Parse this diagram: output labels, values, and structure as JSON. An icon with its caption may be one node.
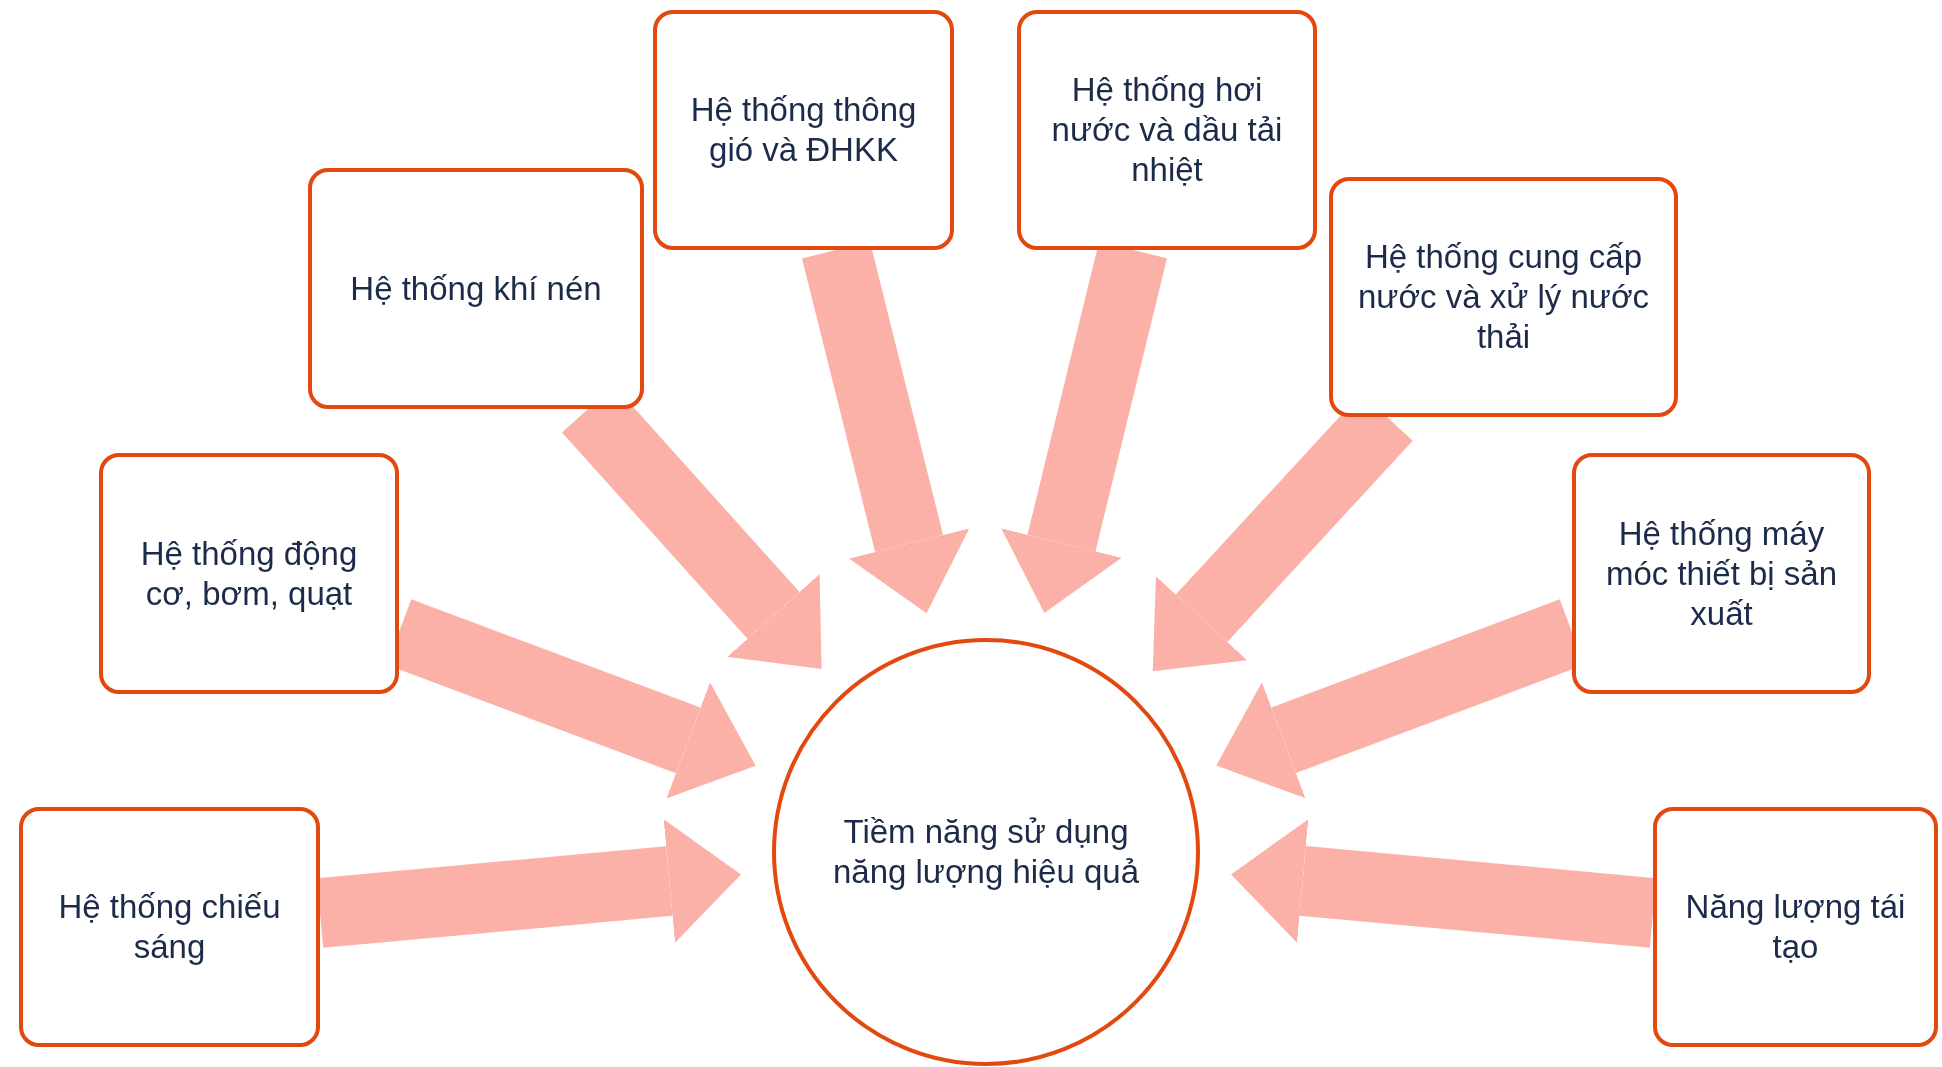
{
  "diagram": {
    "nodes": [
      {
        "text": [
          "Hệ thống chiếu sáng"
        ]
      },
      {
        "text": [
          "Hệ thống động cơ, bơm, quạt"
        ]
      },
      {
        "text": [
          "Hệ thống khí nén"
        ]
      },
      {
        "text": [
          "Hệ thống thông gió và ĐHKK"
        ]
      },
      {
        "text": [
          "Hệ thống hơi nước và dầu tải nhiệt"
        ]
      },
      {
        "text": [
          "Hệ thống cung cấp nước và xử lý nước thải"
        ]
      },
      {
        "text": [
          "Hệ thống máy móc thiết bị sản xuất"
        ]
      },
      {
        "text": [
          "Năng lượng tái tạo"
        ]
      },
      {
        "text": [
          "Tiềm năng sử dụng năng lượng hiệu quả"
        ]
      }
    ],
    "edges": [
      {
        "from": 0,
        "to": 8,
        "arrow": "to"
      },
      {
        "from": 1,
        "to": 8,
        "arrow": "to"
      },
      {
        "from": 2,
        "to": 8,
        "arrow": "to"
      },
      {
        "from": 3,
        "to": 8,
        "arrow": "to"
      },
      {
        "from": 4,
        "to": 8,
        "arrow": "to"
      },
      {
        "from": 5,
        "to": 8,
        "arrow": "to"
      },
      {
        "from": 6,
        "to": 8,
        "arrow": "to"
      },
      {
        "from": 7,
        "to": 8,
        "arrow": "to"
      }
    ]
  }
}
